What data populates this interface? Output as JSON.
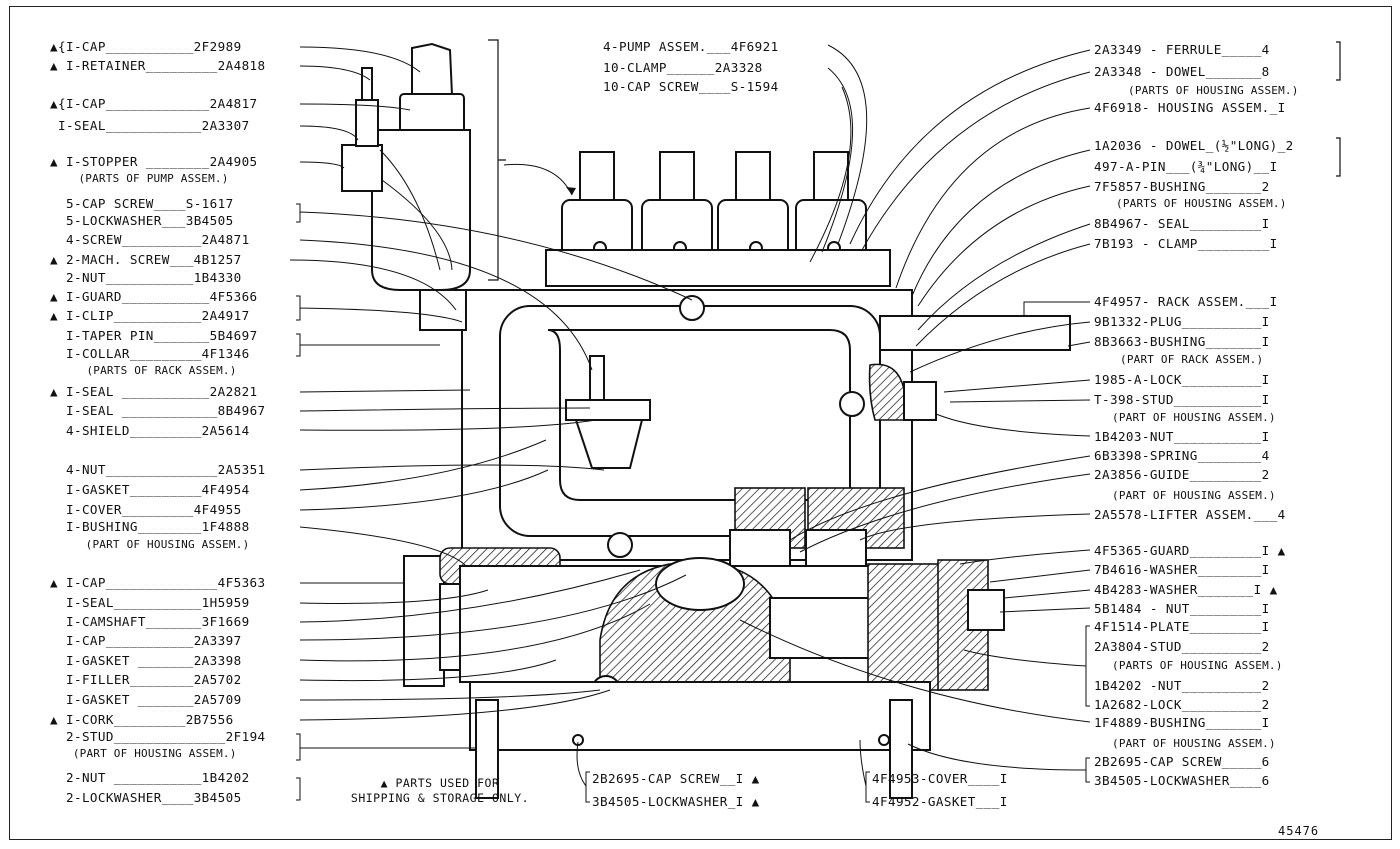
{
  "left_labels": [
    {
      "text": "▲{I-CAP___________2F2989"
    },
    {
      "text": "▲ I-RETAINER_________2A4818"
    },
    {
      "text": "▲{I-CAP_____________2A4817"
    },
    {
      "text": " I-SEAL____________2A3307"
    },
    {
      "text": "▲ I-STOPPER ________2A4905"
    },
    {
      "text": "   (PARTS OF PUMP ASSEM.)"
    },
    {
      "text": " 5-CAP SCREW____S-1617"
    },
    {
      "text": " 5-LOCKWASHER___3B4505"
    },
    {
      "text": " 4-SCREW__________2A4871"
    },
    {
      "text": "▲ 2-MACH. SCREW___4B1257"
    },
    {
      "text": " 2-NUT___________1B4330"
    },
    {
      "text": "▲ I-GUARD___________4F5366"
    },
    {
      "text": "▲ I-CLIP___________2A4917"
    },
    {
      "text": " I-TAPER PIN_______5B4697"
    },
    {
      "text": " I-COLLAR_________4F1346"
    },
    {
      "text": "   (PARTS OF RACK ASSEM.)"
    },
    {
      "text": "▲ I-SEAL ___________2A2821"
    },
    {
      "text": " I-SEAL ____________8B4967"
    },
    {
      "text": " 4-SHIELD_________2A5614"
    },
    {
      "text": " 4-NUT______________2A5351"
    },
    {
      "text": " I-GASKET_________4F4954"
    },
    {
      "text": " I-COVER_________4F4955"
    },
    {
      "text": " I-BUSHING________1F4888"
    },
    {
      "text": "  (PART OF HOUSING ASSEM.)"
    },
    {
      "text": "▲ I-CAP______________4F5363"
    },
    {
      "text": " I-SEAL___________1H5959"
    },
    {
      "text": " I-CAMSHAFT_______3F1669"
    },
    {
      "text": " I-CAP___________2A3397"
    },
    {
      "text": " I-GASKET _______2A3398"
    },
    {
      "text": " I-FILLER________2A5702"
    },
    {
      "text": " I-GASKET _______2A5709"
    },
    {
      "text": "▲ I-CORK_________2B7556"
    },
    {
      "text": " 2-STUD______________2F194"
    },
    {
      "text": " (PART OF HOUSING ASSEM.)"
    },
    {
      "text": " 2-NUT ___________1B4202"
    },
    {
      "text": " 2-LOCKWASHER____3B4505"
    }
  ],
  "top_labels": [
    {
      "text": "4-PUMP ASSEM.___4F6921"
    },
    {
      "text": "10-CLAMP______2A3328"
    },
    {
      "text": "10-CAP SCREW____S-1594"
    }
  ],
  "right_labels": [
    {
      "text": "2A3349 - FERRULE_____4"
    },
    {
      "text": "2A3348 - DOWEL_______8"
    },
    {
      "text": "(PARTS OF HOUSING ASSEM.)"
    },
    {
      "text": "4F6918- HOUSING ASSEM._I"
    },
    {
      "text": "1A2036 - DOWEL_(½\"LONG)_2"
    },
    {
      "text": "497-A-PIN___(¾\"LONG)__I"
    },
    {
      "text": "7F5857-BUSHING_______2"
    },
    {
      "text": "(PARTS OF HOUSING ASSEM.)"
    },
    {
      "text": "8B4967- SEAL_________I"
    },
    {
      "text": "7B193 - CLAMP_________I"
    },
    {
      "text": "4F4957- RACK ASSEM.___I"
    },
    {
      "text": "9B1332-PLUG__________I"
    },
    {
      "text": "8B3663-BUSHING_______I"
    },
    {
      "text": "(PART OF RACK ASSEM.)"
    },
    {
      "text": "1985-A-LOCK__________I"
    },
    {
      "text": "T-398-STUD___________I"
    },
    {
      "text": "(PART OF HOUSING ASSEM.)"
    },
    {
      "text": "1B4203-NUT___________I"
    },
    {
      "text": "6B3398-SPRING________4"
    },
    {
      "text": "2A3856-GUIDE_________2"
    },
    {
      "text": "(PART OF HOUSING ASSEM.)"
    },
    {
      "text": "2A5578-LIFTER ASSEM.___4"
    },
    {
      "text": "4F5365-GUARD_________I ▲"
    },
    {
      "text": "7B4616-WASHER________I"
    },
    {
      "text": "4B4283-WASHER_______I ▲"
    },
    {
      "text": "5B1484 - NUT_________I"
    },
    {
      "text": "4F1514-PLATE_________I"
    },
    {
      "text": "2A3804-STUD__________2"
    },
    {
      "text": "(PARTS OF HOUSING ASSEM.)"
    },
    {
      "text": "1B4202 -NUT__________2"
    },
    {
      "text": "1A2682-LOCK__________2"
    },
    {
      "text": "1F4889-BUSHING_______I"
    },
    {
      "text": "(PART OF HOUSING ASSEM.)"
    },
    {
      "text": "2B2695-CAP SCREW_____6"
    },
    {
      "text": "3B4505-LOCKWASHER____6"
    }
  ],
  "bottom_labels": [
    {
      "text": "2B2695-CAP SCREW__I ▲"
    },
    {
      "text": "3B4505-LOCKWASHER_I ▲"
    },
    {
      "text": "4F4953-COVER____I"
    },
    {
      "text": "4F4952-GASKET___I"
    }
  ],
  "note": {
    "line1": "▲ PARTS USED FOR",
    "line2": "SHIPPING & STORAGE ONLY."
  },
  "figure_number": "45476"
}
